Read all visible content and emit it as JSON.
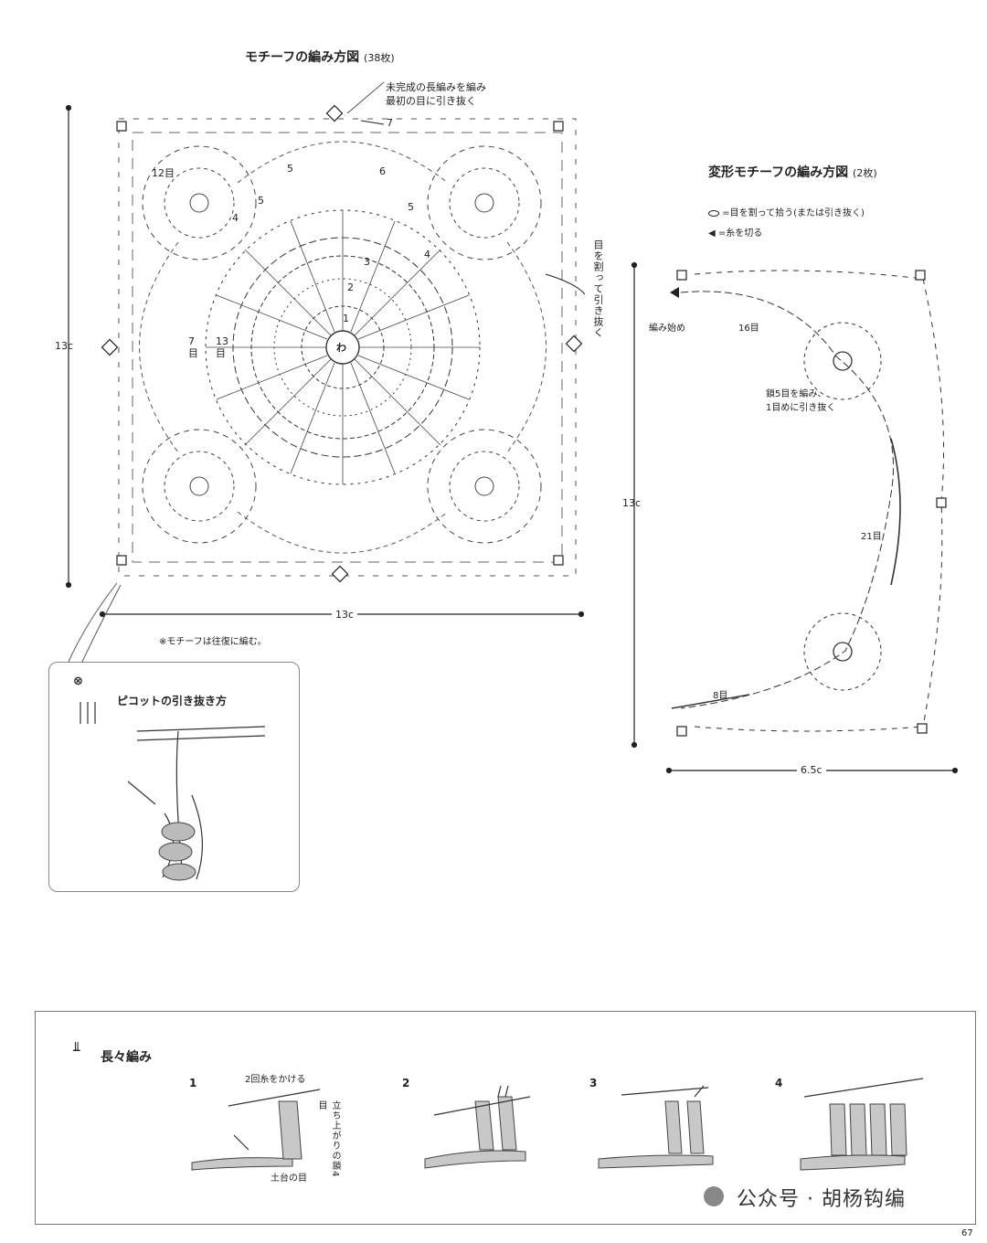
{
  "motif": {
    "title": "モチーフの編み方図",
    "count": "(38枚)",
    "note_top_line1": "未完成の長編みを編み",
    "note_top_line2": "最初の目に引き抜く",
    "note_side": "目を割って引き抜く",
    "round_labels": [
      "7",
      "6",
      "5",
      "4",
      "3",
      "2",
      "1",
      "5",
      "5",
      "4"
    ],
    "center_label": "わ",
    "label_12": "12目",
    "label_7": "7目",
    "label_13": "13目",
    "dim_height": "13c",
    "dim_width": "13c",
    "footnote": "※モチーフは往復に編む。"
  },
  "picot": {
    "title": "ピコットの引き抜き方"
  },
  "variant": {
    "title": "変形モチーフの編み方図",
    "count": "(2枚)",
    "legend_pickup": "=目を割って拾う(または引き抜く)",
    "legend_cut": "=糸を切る",
    "start_label": "編み始め",
    "label_16": "16目",
    "chain_note_line1": "鎖5目を編み、",
    "chain_note_line2": "1目めに引き抜く",
    "label_21": "21目",
    "label_8": "8目",
    "dim_height": "13c",
    "dim_width": "6.5c"
  },
  "technique": {
    "title": "長々編み",
    "steps": [
      "1",
      "2",
      "3",
      "4"
    ],
    "step1_yarn_over": "2回糸をかける",
    "step1_side": "立ち上がりの鎖4目",
    "step1_base": "土台の目"
  },
  "watermark": "公众号 · 胡杨钩编",
  "page_number": "67"
}
